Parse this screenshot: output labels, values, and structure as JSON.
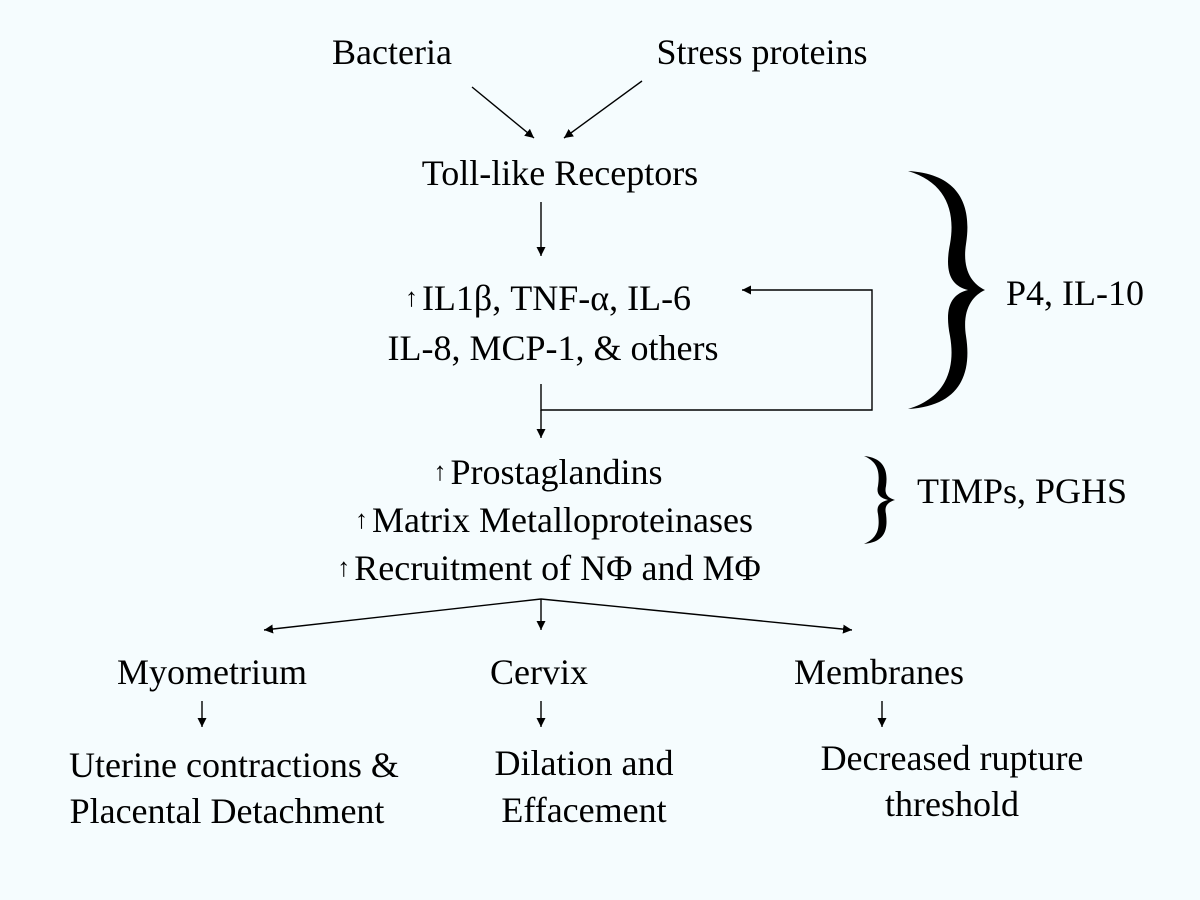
{
  "nodes": {
    "bacteria": "Bacteria",
    "stress_proteins": "Stress proteins",
    "toll_like_receptors": "Toll-like Receptors",
    "cytokines_line1": "IL1β, TNF-α, IL-6",
    "cytokines_line2": "IL-8, MCP-1, & others",
    "prostaglandins": "Prostaglandins",
    "mmps": "Matrix Metalloproteinases",
    "recruitment": "Recruitment of NΦ and MΦ",
    "myometrium": "Myometrium",
    "cervix": "Cervix",
    "membranes": "Membranes",
    "myometrium_outcome_line1": "Uterine contractions &",
    "myometrium_outcome_line2": "Placental Detachment",
    "cervix_outcome_line1": "Dilation and",
    "cervix_outcome_line2": "Effacement",
    "membranes_outcome_line1": "Decreased rupture",
    "membranes_outcome_line2": "threshold"
  },
  "modulators": {
    "upper": "P4, IL-10",
    "lower": "TIMPs, PGHS"
  },
  "symbols": {
    "increase": "↑"
  }
}
